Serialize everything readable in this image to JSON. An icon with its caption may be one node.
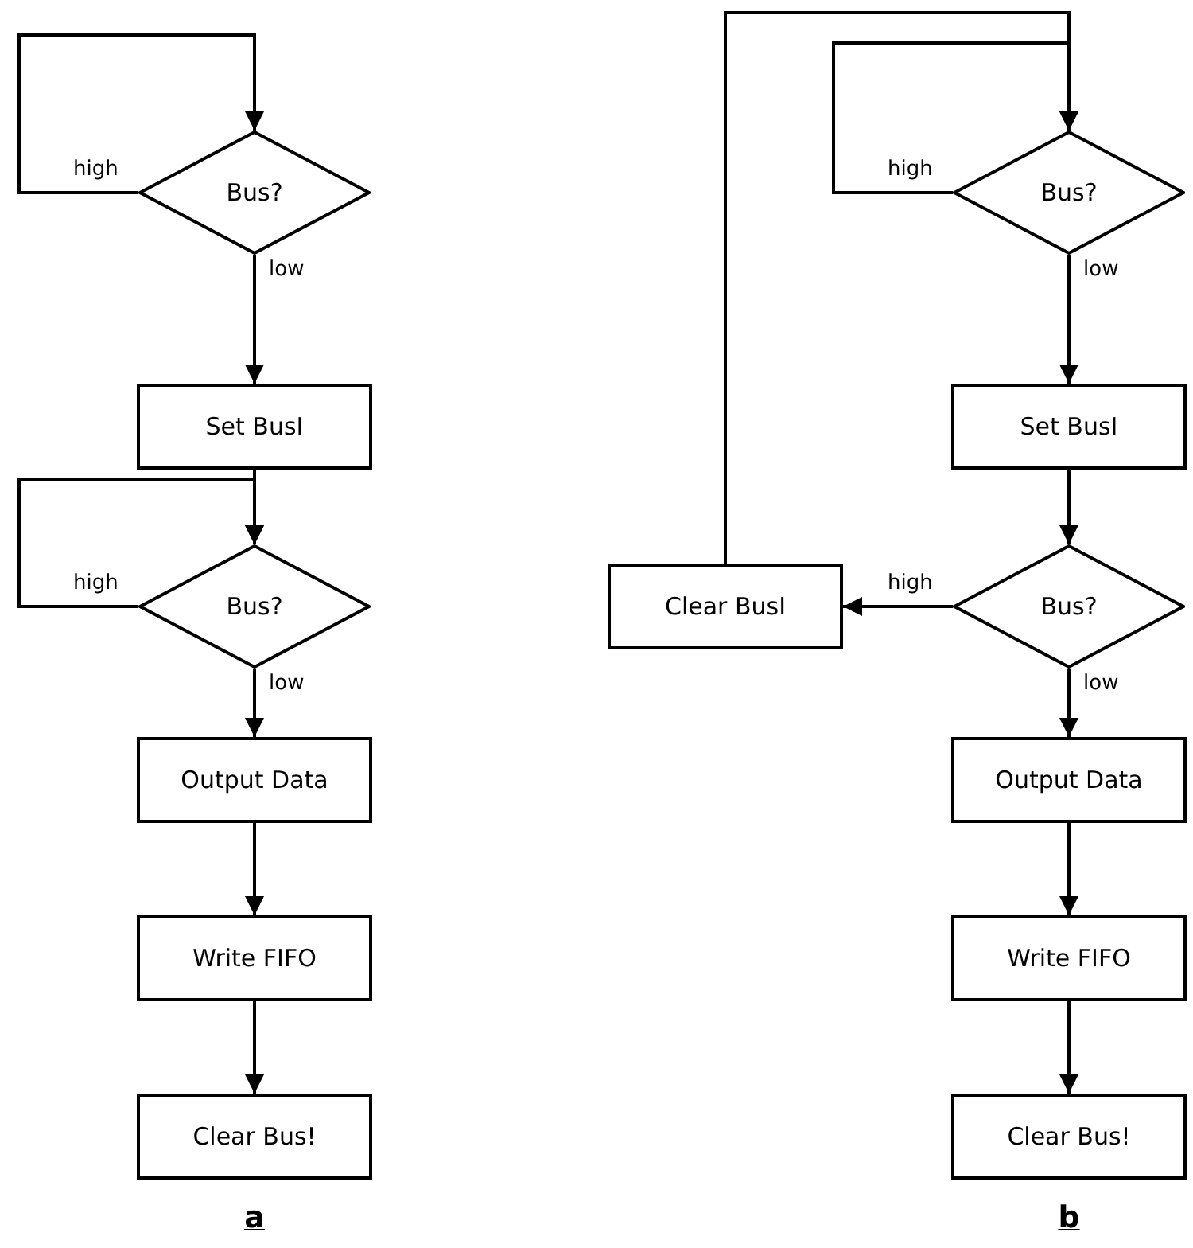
{
  "diagram": {
    "nodes": [
      {
        "text": [
          "Bus?"
        ]
      },
      {
        "text": [
          "Set BusI"
        ]
      },
      {
        "text": [
          "Bus?"
        ]
      },
      {
        "text": [
          "Output Data"
        ]
      },
      {
        "text": [
          "Write FIFO"
        ]
      },
      {
        "text": [
          "Clear Bus!"
        ]
      },
      {
        "text": [
          "Bus?"
        ]
      },
      {
        "text": [
          "Set BusI"
        ]
      },
      {
        "text": [
          "Bus?"
        ]
      },
      {
        "text": [
          "Clear BusI"
        ]
      },
      {
        "text": [
          "Output Data"
        ]
      },
      {
        "text": [
          "Write FIFO"
        ]
      },
      {
        "text": [
          "Clear Bus!"
        ]
      }
    ],
    "edges": [
      {
        "from": 0,
        "to": 0,
        "label": "high",
        "arrow": "to"
      },
      {
        "from": 0,
        "to": 1,
        "label": "low",
        "arrow": "to"
      },
      {
        "from": 1,
        "to": 2,
        "arrow": "to"
      },
      {
        "from": 2,
        "to": 2,
        "label": "high",
        "arrow": "to"
      },
      {
        "from": 2,
        "to": 3,
        "label": "low",
        "arrow": "to"
      },
      {
        "from": 3,
        "to": 4,
        "arrow": "to"
      },
      {
        "from": 4,
        "to": 5,
        "arrow": "to"
      },
      {
        "from": 6,
        "to": 6,
        "label": "high",
        "arrow": "to"
      },
      {
        "from": 6,
        "to": 7,
        "label": "low",
        "arrow": "to"
      },
      {
        "from": 7,
        "to": 8,
        "arrow": "to"
      },
      {
        "from": 8,
        "to": 9,
        "label": "high",
        "arrow": "to"
      },
      {
        "from": 9,
        "to": 6,
        "arrow": "to"
      },
      {
        "from": 8,
        "to": 10,
        "label": "low",
        "arrow": "to"
      },
      {
        "from": 10,
        "to": 11,
        "arrow": "to"
      },
      {
        "from": 11,
        "to": 12,
        "arrow": "to"
      }
    ],
    "labels": [
      "a",
      "b"
    ]
  }
}
